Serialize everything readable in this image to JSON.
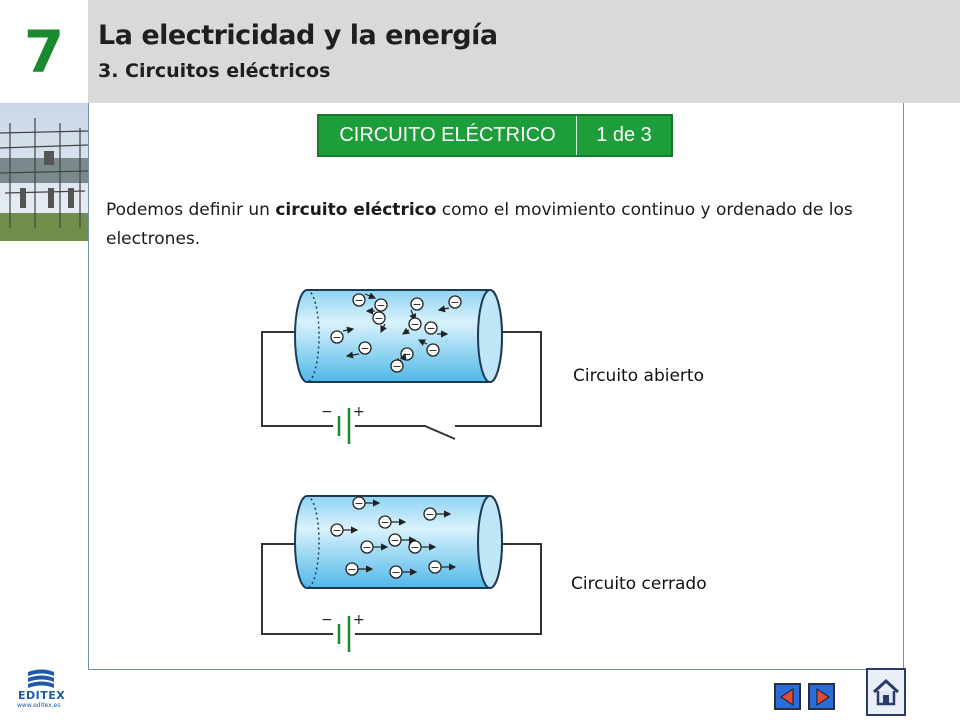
{
  "header": {
    "unit_number": "7",
    "title": "La electricidad y la energía",
    "subtitle": "3. Circuitos eléctricos"
  },
  "banner": {
    "title": "CIRCUITO ELÉCTRICO",
    "page": "1 de 3"
  },
  "intro": {
    "before": "Podemos definir un ",
    "term": "circuito eléctrico",
    "after": " como el movimiento continuo y ordenado de los electrones."
  },
  "diagrams": {
    "open_label": "Circuito abierto",
    "closed_label": "Circuito cerrado",
    "battery_minus": "−",
    "battery_plus": "+",
    "electron_symbol": "−"
  },
  "footer": {
    "brand": "EDITEX",
    "url": "www.editex.es"
  },
  "navigation": {
    "prev_icon": "triangle-left-icon",
    "next_icon": "triangle-right-icon",
    "home_icon": "house-icon"
  },
  "colors": {
    "accent_green": "#1a8a2f",
    "banner_green": "#1e9e3a",
    "header_gray": "#d9d9d9",
    "nav_blue": "#2b6cd8",
    "wire_dark": "#333333"
  }
}
